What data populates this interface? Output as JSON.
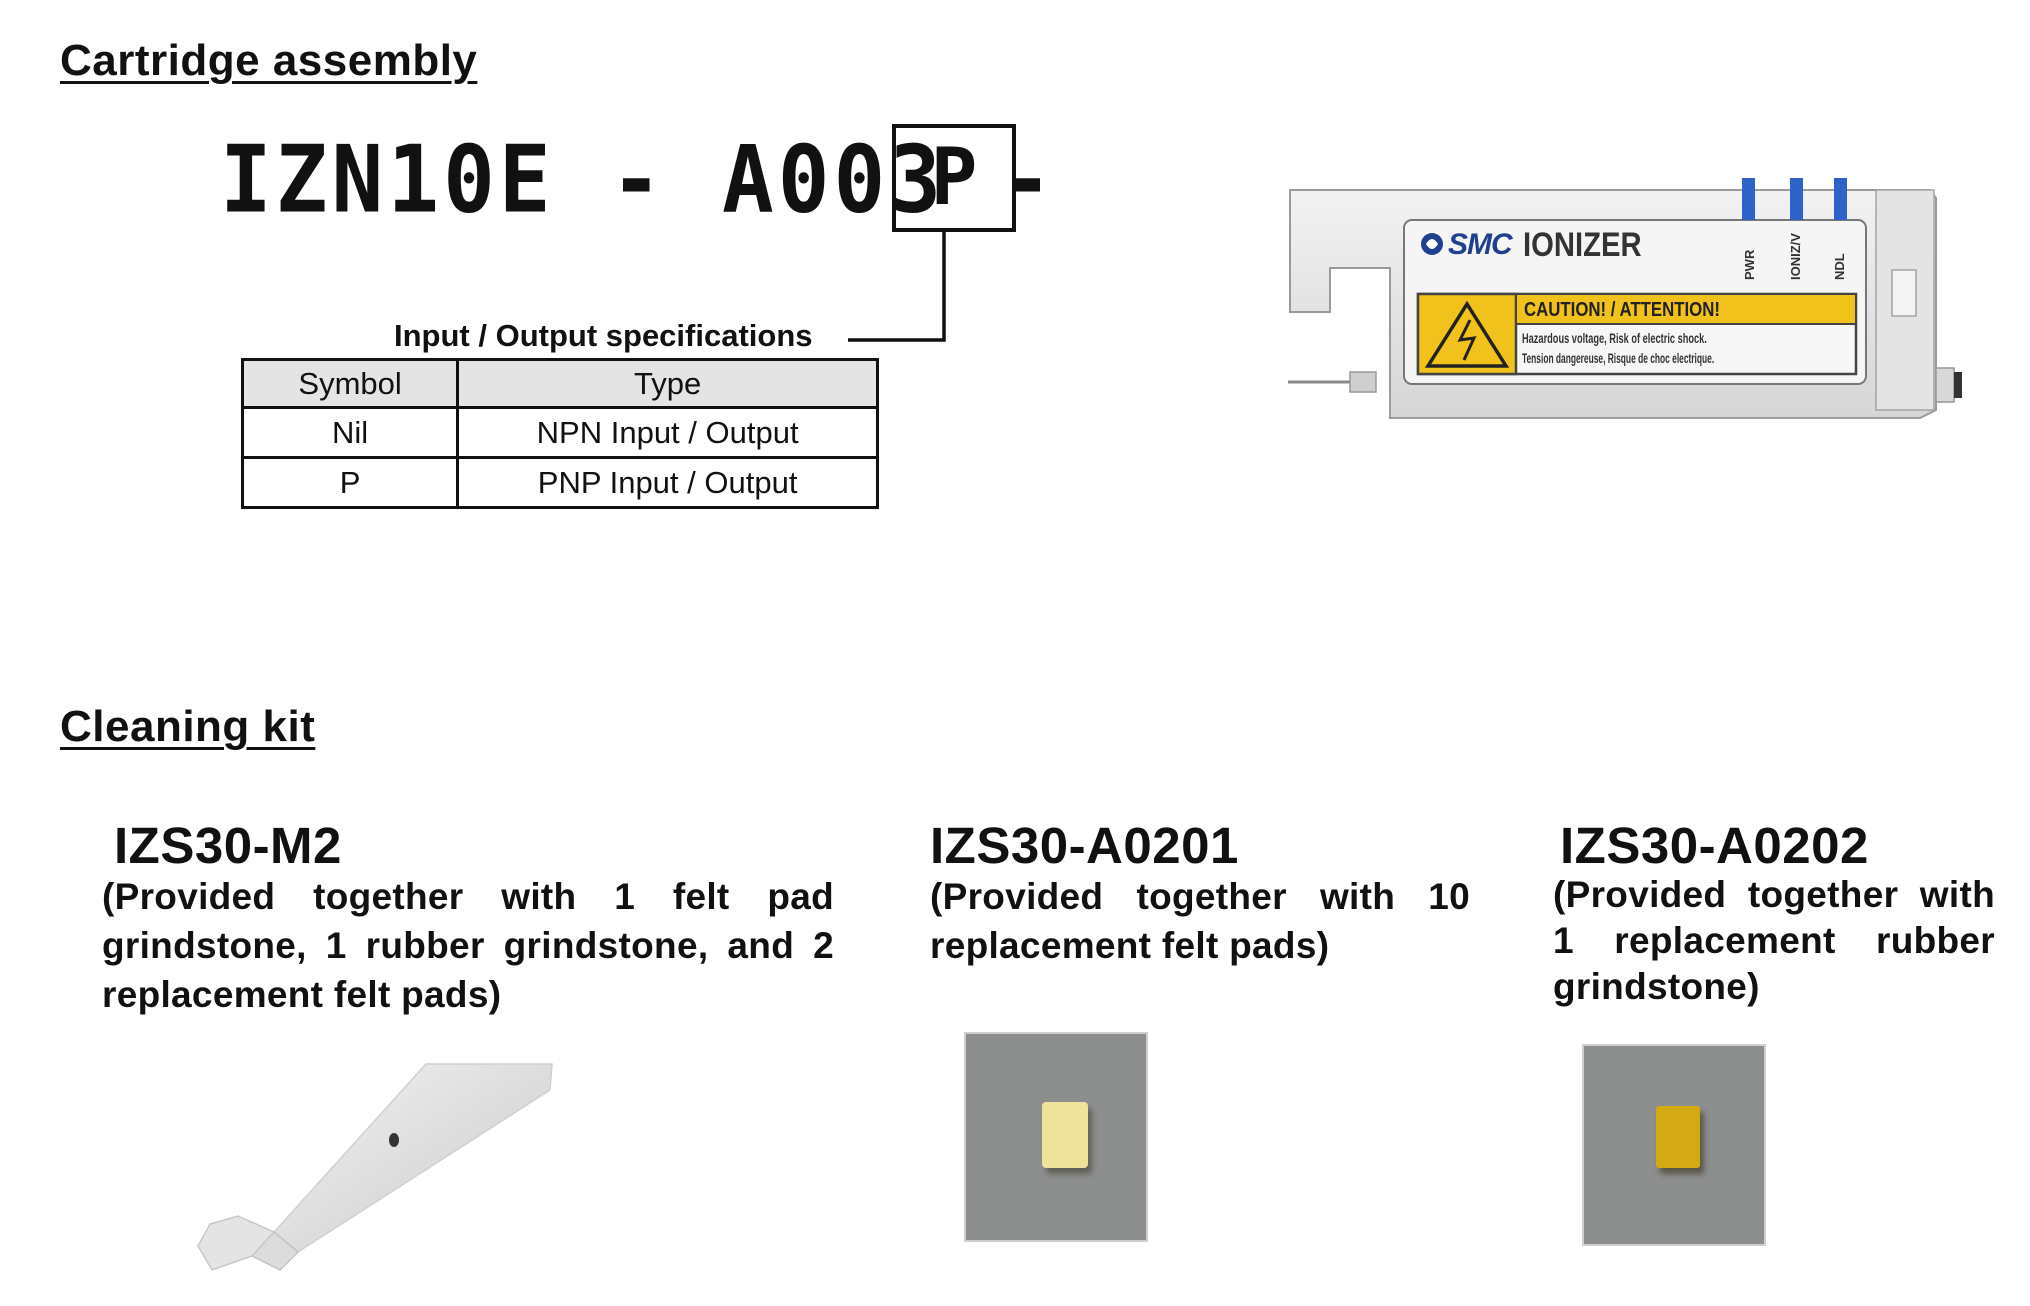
{
  "cartridge": {
    "title": "Cartridge assembly",
    "model_prefix": "IZN10E - A003 -",
    "model_option": "P",
    "spec_label": "Input / Output specifications",
    "table": {
      "headers": [
        "Symbol",
        "Type"
      ],
      "rows": [
        {
          "symbol": "Nil",
          "type": "NPN Input / Output"
        },
        {
          "symbol": "P",
          "type": "PNP Input / Output"
        }
      ]
    },
    "device": {
      "brand": "SMC",
      "name": "IONIZER",
      "leds": [
        "PWR",
        "IONIZ/V",
        "NDL"
      ],
      "caution": "CAUTION! / ATTENTION!",
      "warning_lines": [
        "Hazardous voltage, Risk of electric shock.",
        "Tension dangereuse, Risque de choc electrique."
      ]
    }
  },
  "cleaning": {
    "title": "Cleaning kit",
    "kits": [
      {
        "model": "IZS30-M2",
        "description": "(Provided together with 1 felt pad grindstone, 1 rubber grindstone, and 2 replacement felt pads)"
      },
      {
        "model": "IZS30-A0201",
        "description": "(Provided together with 10 replacement felt pads)"
      },
      {
        "model": "IZS30-A0202",
        "description": "(Provided together with 1 replacement rubber grindstone)"
      }
    ]
  },
  "colors": {
    "led_blue": "#2f62c9",
    "caution_yellow": "#f2c21c",
    "felt_pad": "#efe29a",
    "rubber_grindstone": "#d4aa14"
  }
}
